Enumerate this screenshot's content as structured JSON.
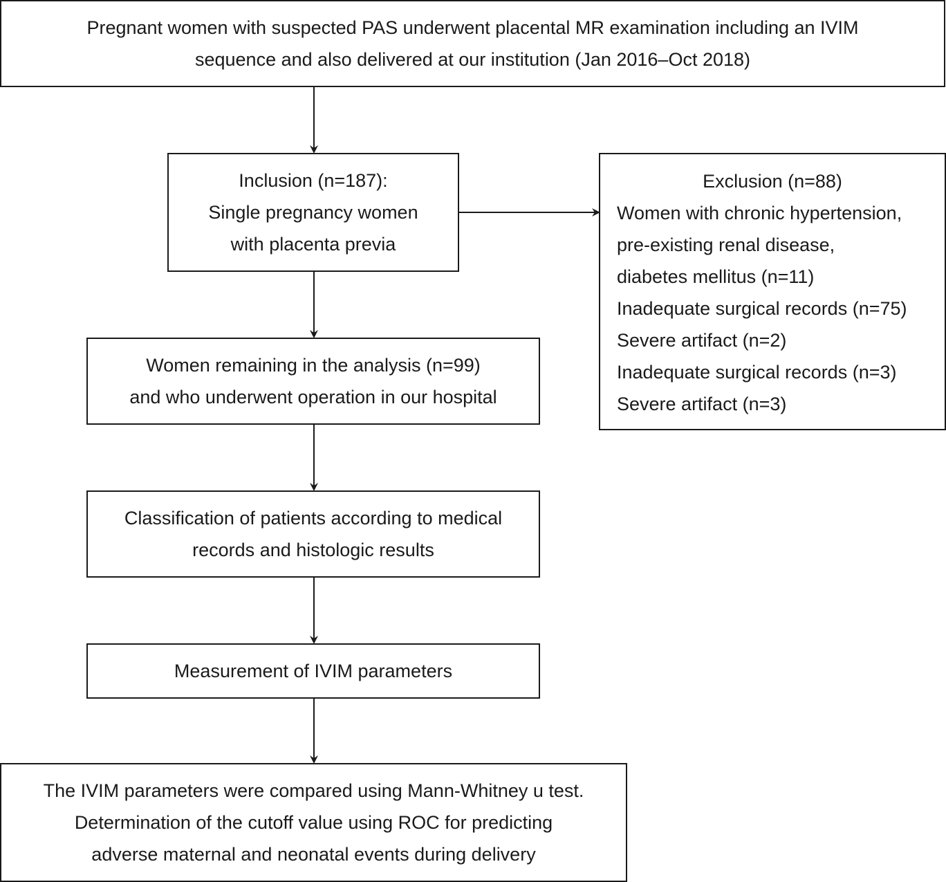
{
  "flowchart": {
    "top_box": {
      "lines": [
        "Pregnant women with suspected PAS underwent placental MR examination including an IVIM",
        "sequence and also delivered at our institution (Jan 2016–Oct 2018)"
      ]
    },
    "inclusion_box": {
      "lines": [
        "Inclusion (n=187):",
        "Single pregnancy women",
        "with placenta previa"
      ]
    },
    "exclusion_box": {
      "title": "Exclusion (n=88)",
      "lines": [
        "Women with chronic hypertension,",
        "pre-existing renal disease,",
        "diabetes mellitus (n=11)",
        "Inadequate surgical records (n=75)",
        "Severe artifact (n=2)",
        "Inadequate surgical records (n=3)",
        "Severe artifact (n=3)"
      ]
    },
    "remaining_box": {
      "lines": [
        "Women remaining in the analysis (n=99)",
        "and who underwent operation in our hospital"
      ]
    },
    "classification_box": {
      "lines": [
        "Classification of patients according to medical",
        "records and histologic results"
      ]
    },
    "measurement_box": {
      "lines": [
        "Measurement of IVIM parameters"
      ]
    },
    "final_box": {
      "lines": [
        "The IVIM parameters were compared using Mann-Whitney u test.",
        "Determination of the cutoff value using ROC for predicting",
        "adverse maternal and neonatal events during delivery"
      ]
    },
    "colors": {
      "stroke": "#1a1a1a",
      "background": "#ffffff"
    }
  }
}
